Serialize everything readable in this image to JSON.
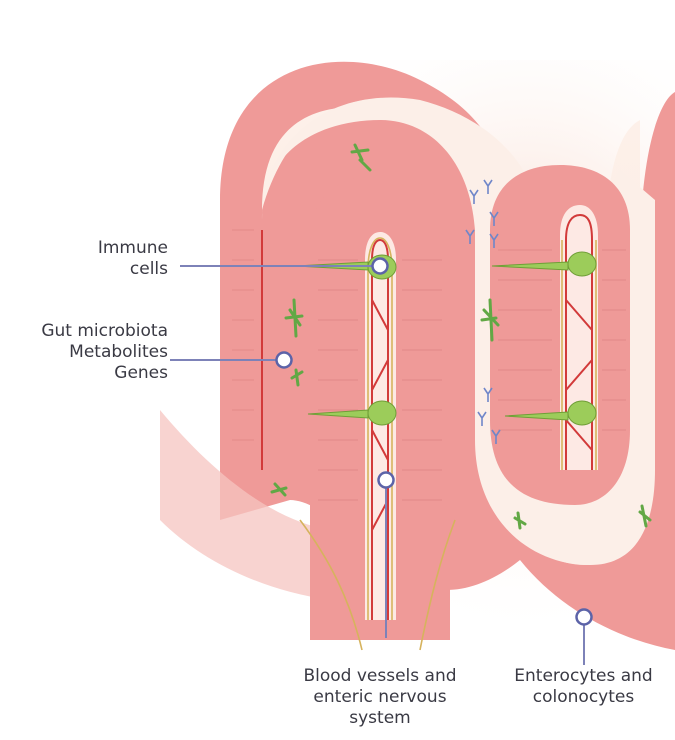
{
  "labels": {
    "immune": [
      "Immune",
      "cells"
    ],
    "microbiota": [
      "Gut microbiota",
      "Metabolites",
      "Genes"
    ],
    "blood": [
      "Blood vessels and",
      "enteric nervous",
      "system"
    ],
    "entero": [
      "Enterocytes and",
      "colonocytes"
    ]
  },
  "colors": {
    "pointer": "#7d82b8",
    "epithelium": "#ef9a98",
    "nucleus": "#e7a3a6",
    "blood_vessel": "#d23a3a",
    "nerve": "#d6b35d",
    "immune_cell": "#9ccc5a",
    "bacteria": "#62a845",
    "antibody": "#6f86c9"
  }
}
